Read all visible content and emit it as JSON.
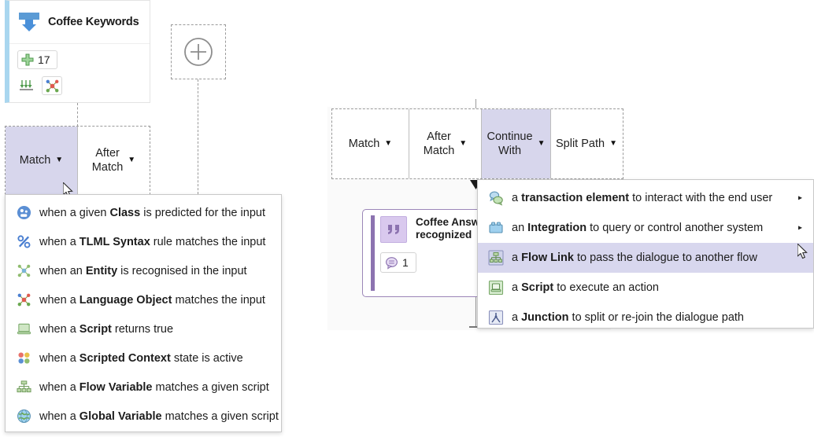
{
  "left_node": {
    "title": "Coffee Keywords",
    "icon": "intent-funnel-icon",
    "count": "17",
    "count_icon": "green-plus-icon",
    "tool_icons": [
      "sort-descending-icon",
      "language-object-icon"
    ]
  },
  "add_box": {
    "icon": "plus-circle-icon"
  },
  "left_tabs": [
    {
      "label": "Match",
      "selected": true,
      "caret": "▼"
    },
    {
      "label": "After\nMatch",
      "selected": false,
      "caret": "▼"
    }
  ],
  "left_menu": {
    "items": [
      {
        "icon": "class-icon",
        "pre": "when a given ",
        "strong": "Class",
        "post": " is predicted for the input"
      },
      {
        "icon": "tlml-percent-icon",
        "pre": "when a ",
        "strong": "TLML Syntax",
        "post": " rule matches the input"
      },
      {
        "icon": "entity-icon",
        "pre": "when an ",
        "strong": "Entity",
        "post": " is recognised in the input"
      },
      {
        "icon": "language-object-icon",
        "pre": "when a ",
        "strong": "Language Object",
        "post": " matches the input"
      },
      {
        "icon": "script-icon",
        "pre": "when a ",
        "strong": "Script",
        "post": " returns true"
      },
      {
        "icon": "scripted-context-icon",
        "pre": "when a ",
        "strong": "Scripted Context",
        "post": " state is active"
      },
      {
        "icon": "flow-variable-icon",
        "pre": "when a ",
        "strong": "Flow Variable",
        "post": " matches a given script"
      },
      {
        "icon": "global-variable-icon",
        "pre": "when a ",
        "strong": "Global Variable",
        "post": " matches a given script"
      }
    ]
  },
  "right_tabs": [
    {
      "label": "Match",
      "selected": false,
      "caret": "▼",
      "width": 97
    },
    {
      "label": "After\nMatch",
      "selected": false,
      "caret": "▼",
      "width": 92
    },
    {
      "label": "Continue\nWith",
      "selected": true,
      "caret": "▼",
      "width": 88
    },
    {
      "label": "Split Path",
      "selected": false,
      "caret": "▼",
      "width": 91
    }
  ],
  "right_card": {
    "icon": "quote-icon",
    "title": "Coffee Answer\nrecognized",
    "chip_icon": "speech-bubble-icon",
    "chip_count": "1"
  },
  "right_menu": {
    "items": [
      {
        "icon": "transaction-element-icon",
        "pre": "a ",
        "strong": "transaction element",
        "post": " to interact with the end user",
        "submenu": true,
        "highlighted": false
      },
      {
        "icon": "integration-icon",
        "pre": "an ",
        "strong": "Integration",
        "post": " to query or control another system",
        "submenu": true,
        "highlighted": false
      },
      {
        "icon": "flow-link-icon",
        "pre": "a ",
        "strong": "Flow Link",
        "post": " to pass the dialogue to another flow",
        "submenu": false,
        "highlighted": true
      },
      {
        "icon": "script-box-icon",
        "pre": "a ",
        "strong": "Script",
        "post": " to execute an action",
        "submenu": false,
        "highlighted": false
      },
      {
        "icon": "junction-icon",
        "pre": "a ",
        "strong": "Junction",
        "post": " to split or re-join the dialogue path",
        "submenu": false,
        "highlighted": false
      }
    ],
    "submenu_arrow": "▸"
  },
  "colors": {
    "selection": "#d7d6ec",
    "menu_highlight": "#d8d7ee",
    "node_accent": "#a9d6ef",
    "card_accent": "#8c73b0",
    "dashed_border": "#9a9a9a",
    "panel_bg": "#fafafa"
  }
}
